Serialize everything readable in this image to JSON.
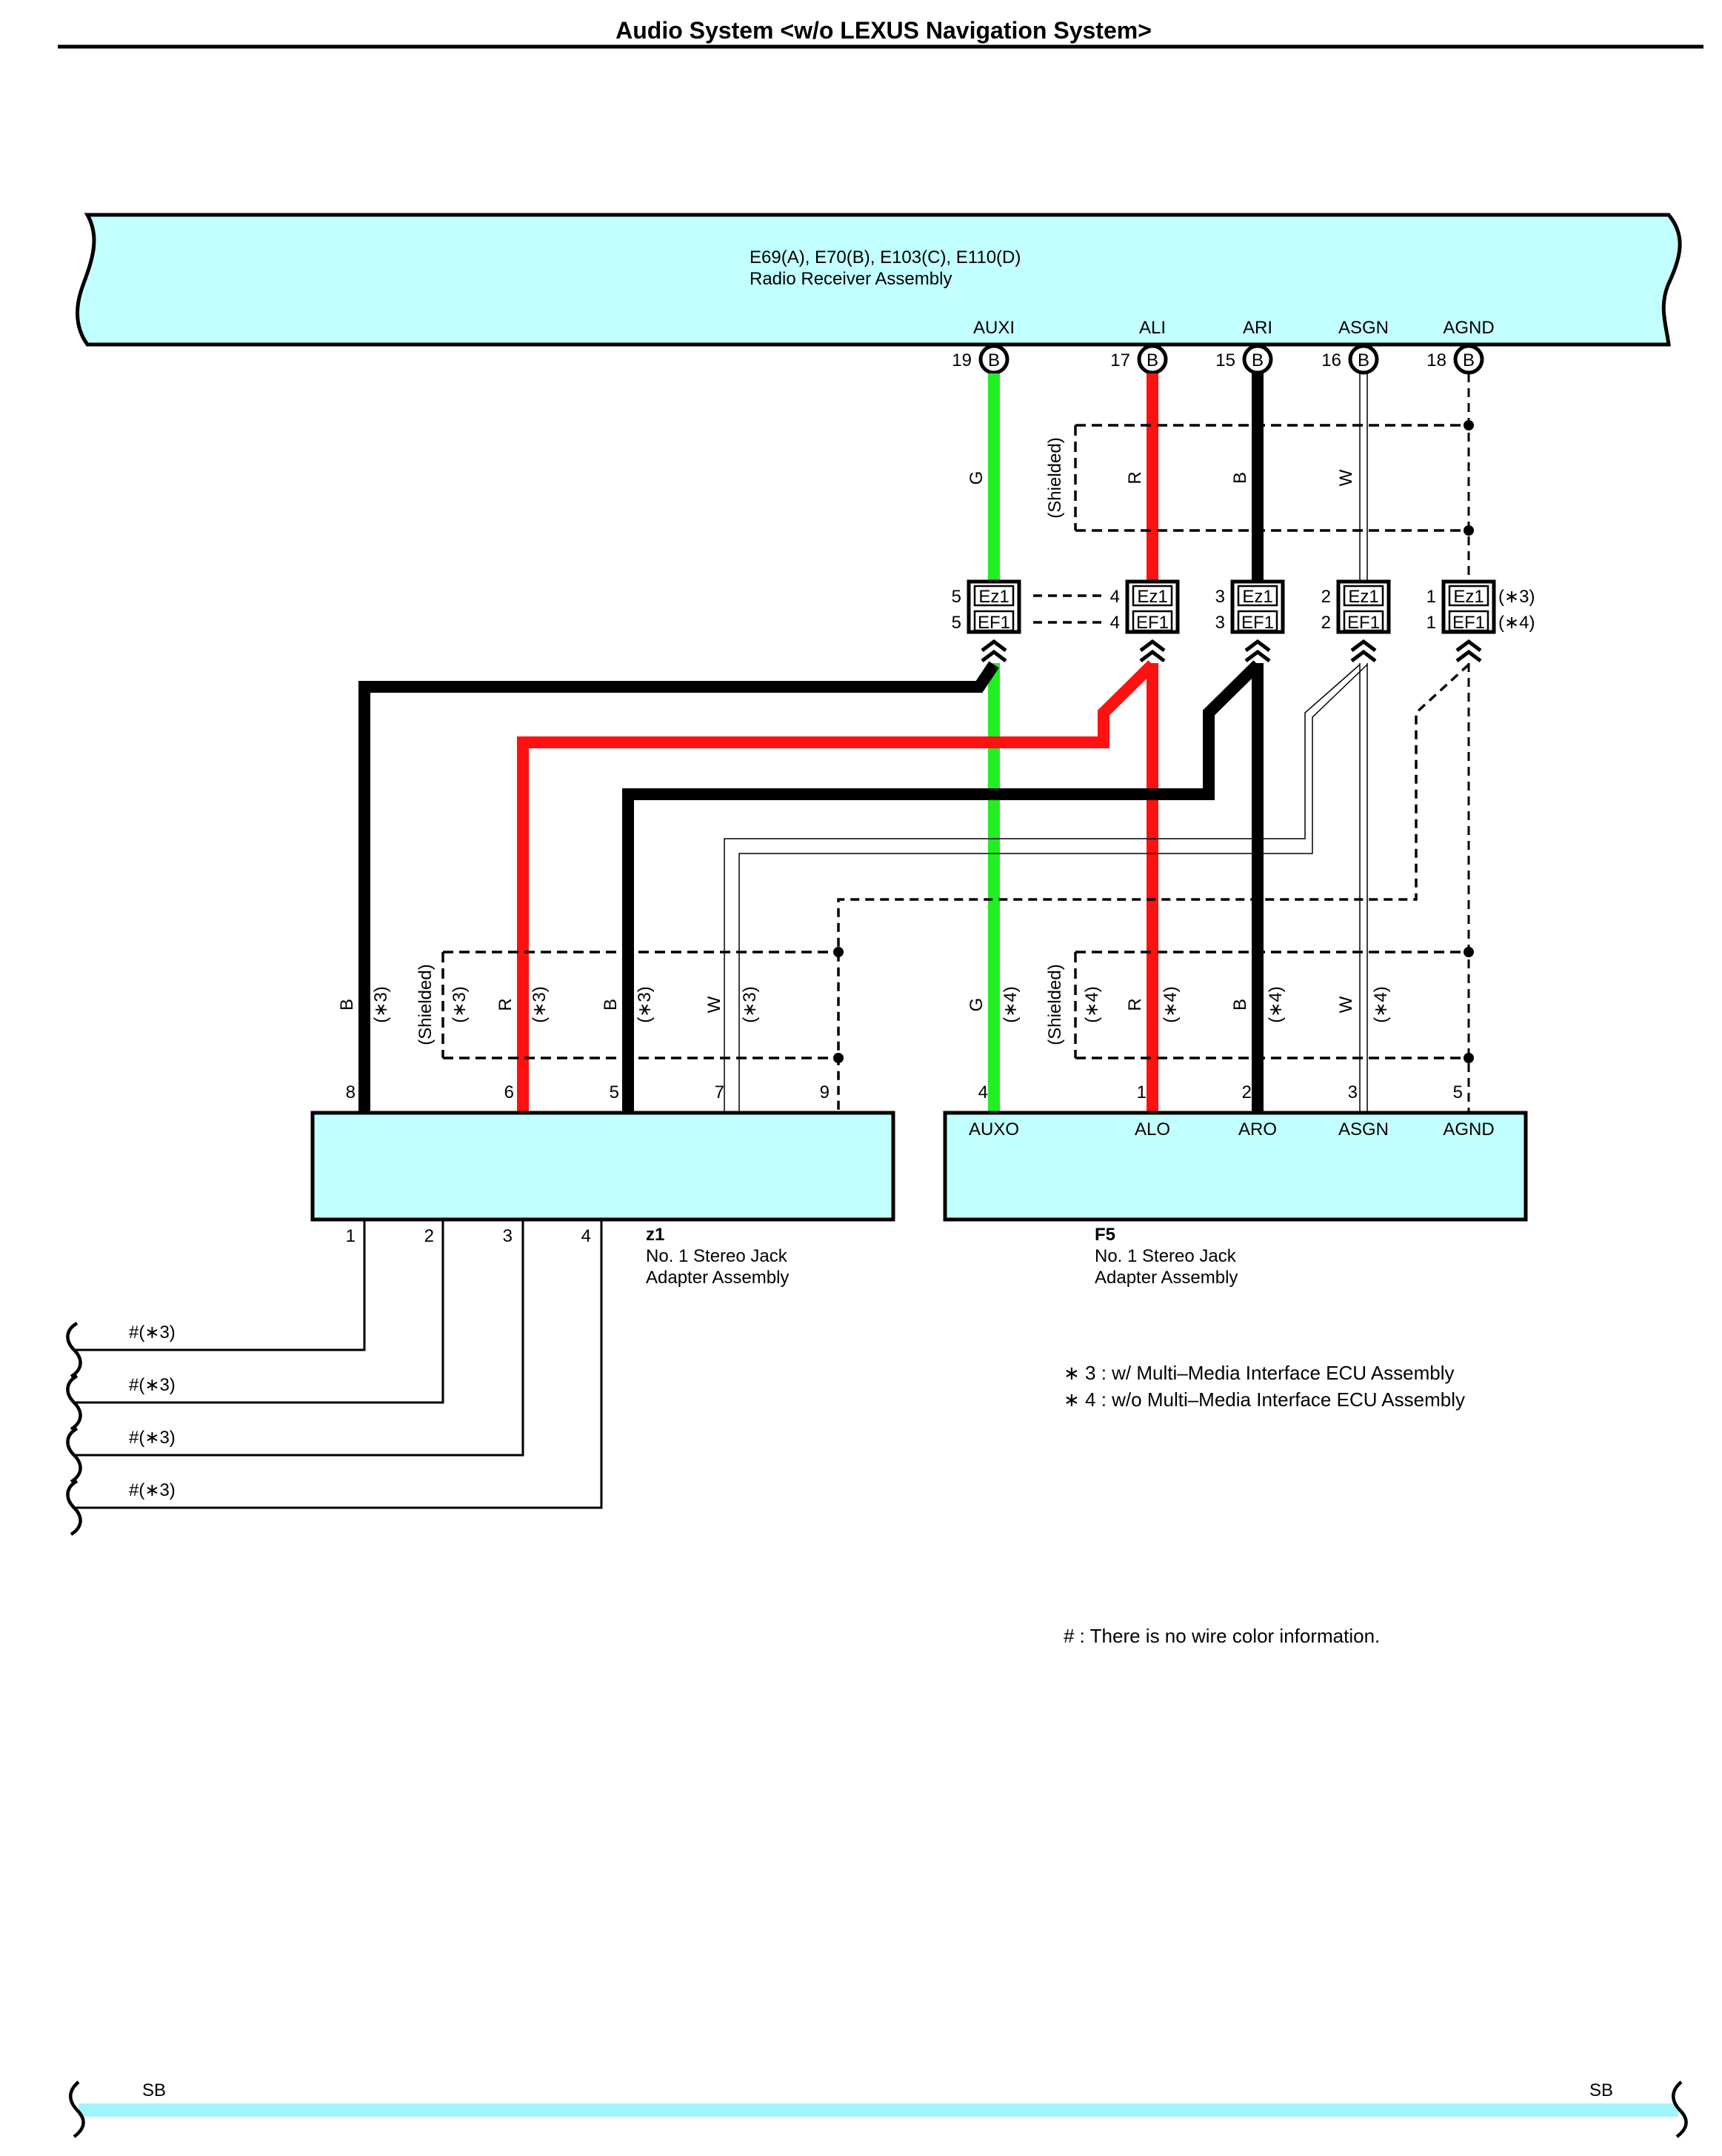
{
  "page": {
    "title": "Audio System <w/o LEXUS Navigation System>"
  },
  "radio_receiver": {
    "connector": "E69(A), E70(B), E103(C), E110(D)",
    "name": "Radio Receiver Assembly",
    "terminals": [
      {
        "name": "AUXI",
        "pin": "19",
        "conn": "B"
      },
      {
        "name": "ALI",
        "pin": "17",
        "conn": "B"
      },
      {
        "name": "ARI",
        "pin": "15",
        "conn": "B"
      },
      {
        "name": "ASGN",
        "pin": "16",
        "conn": "B"
      },
      {
        "name": "AGND",
        "pin": "18",
        "conn": "B"
      }
    ]
  },
  "upper_wires": [
    {
      "color": "G"
    },
    {
      "color": "R"
    },
    {
      "color": "B"
    },
    {
      "color": "W"
    }
  ],
  "shielded_label": "(Shielded)",
  "junctions": [
    {
      "top_pin": "5",
      "top": "Ez1",
      "bottom_pin": "5",
      "bottom": "EF1"
    },
    {
      "top_pin": "4",
      "top": "Ez1",
      "bottom_pin": "4",
      "bottom": "EF1"
    },
    {
      "top_pin": "3",
      "top": "Ez1",
      "bottom_pin": "3",
      "bottom": "EF1"
    },
    {
      "top_pin": "2",
      "top": "Ez1",
      "bottom_pin": "2",
      "bottom": "EF1"
    },
    {
      "top_pin": "1",
      "top": "Ez1",
      "bottom_pin": "1",
      "bottom": "EF1"
    }
  ],
  "junction_notes": {
    "top": "(∗3)",
    "bottom": "(∗4)"
  },
  "left_wires": [
    {
      "color": "B",
      "note": "(∗3)"
    },
    {
      "color": "",
      "note": "(∗3)"
    },
    {
      "color": "R",
      "note": "(∗3)"
    },
    {
      "color": "B",
      "note": "(∗3)"
    },
    {
      "color": "W",
      "note": "(∗3)"
    }
  ],
  "right_wires": [
    {
      "color": "G",
      "note": "(∗4)"
    },
    {
      "color": "",
      "note": "(∗4)"
    },
    {
      "color": "R",
      "note": "(∗4)"
    },
    {
      "color": "B",
      "note": "(∗4)"
    },
    {
      "color": "W",
      "note": "(∗4)"
    }
  ],
  "z1": {
    "code": "z1",
    "name_line1": "No. 1 Stereo Jack",
    "name_line2": "Adapter Assembly",
    "top_pins": [
      "8",
      "6",
      "5",
      "7",
      "9"
    ],
    "bottom_pins": [
      "1",
      "2",
      "3",
      "4"
    ]
  },
  "f5": {
    "code": "F5",
    "name_line1": "No. 1 Stereo Jack",
    "name_line2": "Adapter Assembly",
    "top_pins": [
      "4",
      "1",
      "2",
      "3",
      "5"
    ],
    "terminals": [
      "AUXO",
      "ALO",
      "ARO",
      "ASGN",
      "AGND"
    ]
  },
  "no_color_wires": [
    "#(∗3)",
    "#(∗3)",
    "#(∗3)",
    "#(∗3)"
  ],
  "legend": {
    "note3": "∗ 3 : w/ Multi–Media Interface ECU Assembly",
    "note4": "∗ 4 : w/o Multi–Media Interface ECU Assembly",
    "hash_note": "# : There is no wire color information."
  },
  "footer": {
    "left": "SB",
    "right": "SB"
  },
  "colors": {
    "component_fill": "#c2ffff",
    "wire_green": "#22ee22",
    "wire_red": "#ff1111",
    "wire_black": "#000000",
    "footer_band": "#9ff5fa"
  }
}
